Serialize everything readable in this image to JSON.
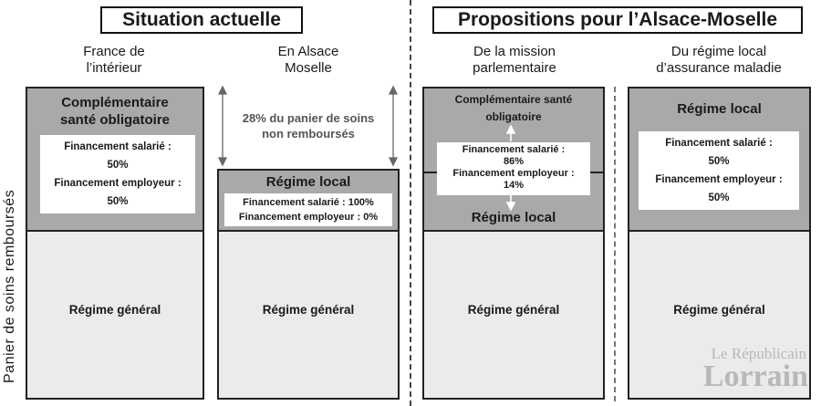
{
  "headers": {
    "left": "Situation actuelle",
    "right": "Propositions pour l’Alsace-Moselle"
  },
  "y_axis_label": "Panier de soins remboursés",
  "col1": {
    "title_line1": "France de",
    "title_line2": "l’intérieur",
    "top_line1": "Complémentaire",
    "top_line2": "santé obligatoire",
    "fin_sal_label": "Financement salarié :",
    "fin_sal_value": "50%",
    "fin_emp_label": "Financement employeur :",
    "fin_emp_value": "50%",
    "bottom": "Régime général"
  },
  "col2": {
    "title_line1": "En Alsace",
    "title_line2": "Moselle",
    "note_line1": "28% du panier de soins",
    "note_line2": "non remboursés",
    "top": "Régime local",
    "fin_sal": "Financement salarié : 100%",
    "fin_emp": "Financement employeur : 0%",
    "bottom": "Régime général"
  },
  "col3": {
    "title_line1": "De la mission",
    "title_line2": "parlementaire",
    "top_line1": "Complémentaire santé",
    "top_line2": "obligatoire",
    "fin_sal_label": "Financement salarié :",
    "fin_sal_value": "86%",
    "fin_emp_label": "Financement employeur :",
    "fin_emp_value": "14%",
    "mid": "Régime local",
    "bottom": "Régime général"
  },
  "col4": {
    "title_line1": "Du régime local",
    "title_line2": "d’assurance maladie",
    "top": "Régime local",
    "fin_sal_label": "Financement salarié :",
    "fin_sal_value": "50%",
    "fin_emp_label": "Financement employeur :",
    "fin_emp_value": "50%",
    "bottom": "Régime général"
  },
  "watermark": {
    "line1": "Le Républicain",
    "line2": "Lorrain"
  }
}
